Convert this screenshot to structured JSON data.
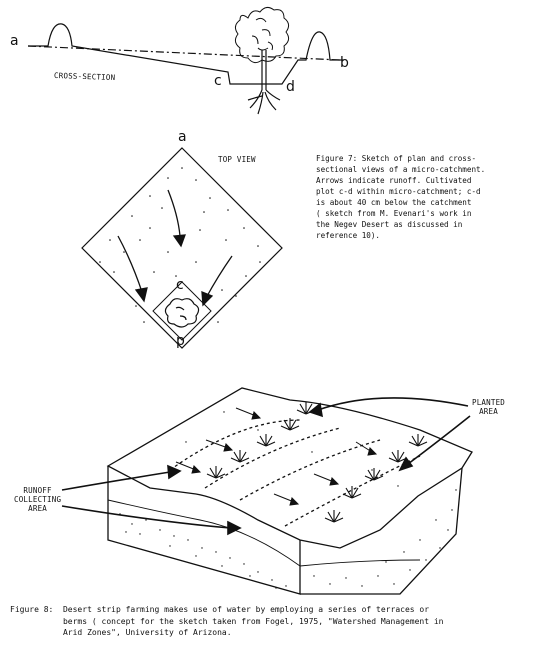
{
  "figure7": {
    "cross_section": {
      "label": "CROSS-SECTION",
      "point_a": "a",
      "point_b": "b",
      "point_c": "c",
      "point_d": "d"
    },
    "top_view": {
      "label": "TOP VIEW",
      "point_a": "a",
      "point_c": "c",
      "point_d": "d"
    },
    "caption": "Figure 7:  Sketch of plan and cross-\nsectional views of a micro-catchment.\nArrows indicate runoff.  Cultivated\nplot c-d within micro-catchment; c-d\nis about 40 cm below the catchment\n( sketch from M. Evenari's work in\nthe Negev Desert as discussed in\nreference 10)."
  },
  "figure8": {
    "planted_area_label": "PLANTED\nAREA",
    "runoff_label": "RUNOFF\nCOLLECTING\nAREA",
    "caption": "Figure 8:  Desert strip farming makes use of water by employing a series of terraces or\n           berms ( concept for the sketch taken from Fogel, 1975, \"Watershed Management in\n           Arid Zones\", University of Arizona."
  }
}
